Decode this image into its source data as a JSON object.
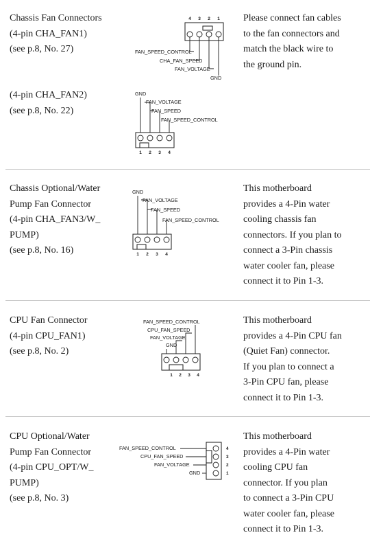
{
  "sections": [
    {
      "left_a": [
        "Chassis Fan Connectors",
        "(4-pin CHA_FAN1)",
        "(see p.8, No. 27)"
      ],
      "left_b": [
        "(4-pin CHA_FAN2)",
        "(see p.8, No. 22)"
      ],
      "right": [
        "Please connect fan cables",
        "to the fan connectors and",
        "match the black wire to",
        "the ground pin."
      ],
      "diagram_a": {
        "pins": [
          "4",
          "3",
          "2",
          "1"
        ],
        "labels": [
          "FAN_SPEED_CONTROL",
          "CHA_FAN_SPEED",
          "FAN_VOLTAGE",
          "GND"
        ]
      },
      "diagram_b": {
        "pins": [
          "1",
          "2",
          "3",
          "4"
        ],
        "labels": [
          "GND",
          "FAN_VOLTAGE",
          "FAN_SPEED",
          "FAN_SPEED_CONTROL"
        ]
      }
    },
    {
      "left": [
        "Chassis Optional/Water",
        "Pump Fan Connector",
        "(4-pin CHA_FAN3/W_",
        "PUMP)",
        "(see p.8, No. 16)"
      ],
      "right": [
        "This motherboard",
        "provides a 4-Pin water",
        "cooling chassis fan",
        "connectors. If you plan to",
        "connect a 3-Pin chassis",
        "water cooler fan, please",
        "connect it to Pin 1-3."
      ],
      "diagram": {
        "pins": [
          "1",
          "2",
          "3",
          "4"
        ],
        "labels": [
          "GND",
          "FAN_VOLTAGE",
          "FAN_SPEED",
          "FAN_SPEED_CONTROL"
        ]
      }
    },
    {
      "left": [
        "CPU Fan Connector",
        "(4-pin CPU_FAN1)",
        "(see p.8, No. 2)"
      ],
      "right": [
        "This motherboard",
        "provides a 4-Pin CPU fan",
        "(Quiet Fan) connector.",
        "If you plan to connect a",
        "3-Pin CPU fan, please",
        "connect it to Pin 1-3."
      ],
      "diagram": {
        "pins": [
          "1",
          "2",
          "3",
          "4"
        ],
        "labels": [
          "FAN_SPEED_CONTROL",
          "CPU_FAN_SPEED",
          "FAN_VOLTAGE",
          "GND"
        ]
      }
    },
    {
      "left": [
        "CPU Optional/Water",
        "Pump Fan Connector",
        "(4-pin CPU_OPT/W_",
        "PUMP)",
        "(see p.8, No. 3)"
      ],
      "right": [
        "This motherboard",
        "provides a 4-Pin water",
        "cooling CPU fan",
        "connector. If you plan",
        "to connect a 3-Pin CPU",
        "water cooler fan, please",
        "connect it to Pin 1-3."
      ],
      "diagram": {
        "pins": [
          "4",
          "3",
          "2",
          "1"
        ],
        "labels": [
          "FAN_SPEED_CONTROL",
          "CPU_FAN_SPEED",
          "FAN_VOLTAGE",
          "GND"
        ]
      }
    }
  ]
}
